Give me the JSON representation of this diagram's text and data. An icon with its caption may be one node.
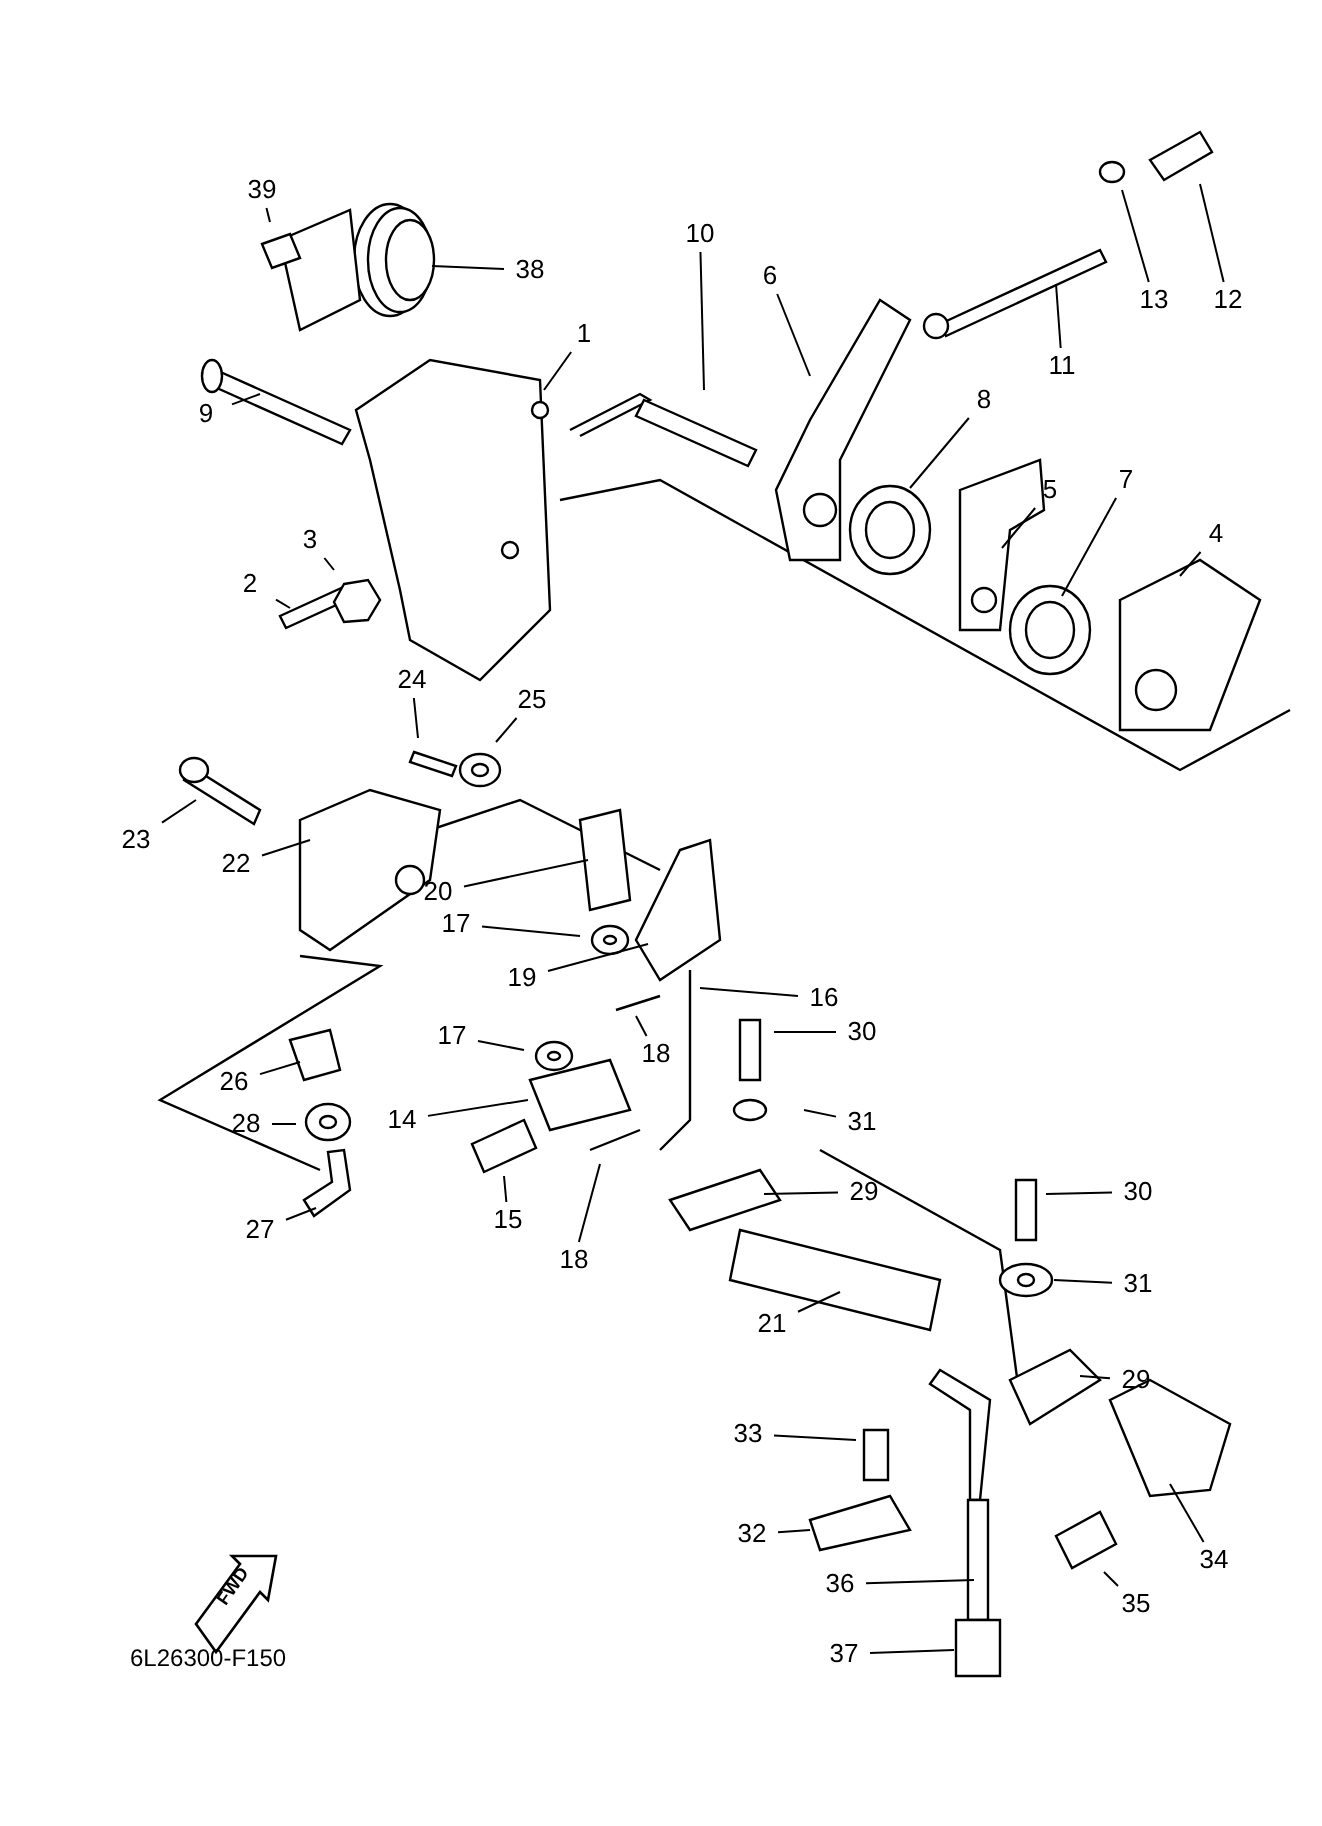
{
  "diagram": {
    "nodes": [
      {
        "text": [
          "39"
        ]
      },
      {
        "text": [
          "38"
        ]
      },
      {
        "text": [
          "10"
        ]
      },
      {
        "text": [
          "6"
        ]
      },
      {
        "text": [
          "12"
        ]
      },
      {
        "text": [
          "13"
        ]
      },
      {
        "text": [
          "11"
        ]
      },
      {
        "text": [
          "1"
        ]
      },
      {
        "text": [
          "9"
        ]
      },
      {
        "text": [
          "8"
        ]
      },
      {
        "text": [
          "5"
        ]
      },
      {
        "text": [
          "7"
        ]
      },
      {
        "text": [
          "4"
        ]
      },
      {
        "text": [
          "3"
        ]
      },
      {
        "text": [
          "2"
        ]
      },
      {
        "text": [
          "24"
        ]
      },
      {
        "text": [
          "25"
        ]
      },
      {
        "text": [
          "23"
        ]
      },
      {
        "text": [
          "22"
        ]
      },
      {
        "text": [
          "20"
        ]
      },
      {
        "text": [
          "17"
        ]
      },
      {
        "text": [
          "19"
        ]
      },
      {
        "text": [
          "16"
        ]
      },
      {
        "text": [
          "18"
        ]
      },
      {
        "text": [
          "30"
        ]
      },
      {
        "text": [
          "26"
        ]
      },
      {
        "text": [
          "17"
        ]
      },
      {
        "text": [
          "31"
        ]
      },
      {
        "text": [
          "14"
        ]
      },
      {
        "text": [
          "28"
        ]
      },
      {
        "text": [
          "29"
        ]
      },
      {
        "text": [
          "15"
        ]
      },
      {
        "text": [
          "18"
        ]
      },
      {
        "text": [
          "27"
        ]
      },
      {
        "text": [
          "30"
        ]
      },
      {
        "text": [
          "31"
        ]
      },
      {
        "text": [
          "21"
        ]
      },
      {
        "text": [
          "29"
        ]
      },
      {
        "text": [
          "33"
        ]
      },
      {
        "text": [
          "32"
        ]
      },
      {
        "text": [
          "34"
        ]
      },
      {
        "text": [
          "36"
        ]
      },
      {
        "text": [
          "35"
        ]
      },
      {
        "text": [
          "37"
        ]
      }
    ],
    "edges": [
      {
        "from": 0,
        "to": null,
        "arrow": "none"
      },
      {
        "from": 1,
        "to": null,
        "arrow": "none"
      },
      {
        "from": 2,
        "to": null,
        "arrow": "none"
      },
      {
        "from": 3,
        "to": null,
        "arrow": "none"
      },
      {
        "from": 4,
        "to": null,
        "arrow": "none"
      },
      {
        "from": 5,
        "to": null,
        "arrow": "none"
      },
      {
        "from": 6,
        "to": null,
        "arrow": "none"
      },
      {
        "from": 7,
        "to": null,
        "arrow": "none"
      },
      {
        "from": 8,
        "to": null,
        "arrow": "none"
      },
      {
        "from": 9,
        "to": null,
        "arrow": "none"
      },
      {
        "from": 10,
        "to": null,
        "arrow": "none"
      },
      {
        "from": 11,
        "to": null,
        "arrow": "none"
      },
      {
        "from": 12,
        "to": null,
        "arrow": "none"
      },
      {
        "from": 13,
        "to": null,
        "arrow": "none"
      },
      {
        "from": 14,
        "to": null,
        "arrow": "none"
      },
      {
        "from": 15,
        "to": null,
        "arrow": "none"
      },
      {
        "from": 16,
        "to": null,
        "arrow": "none"
      },
      {
        "from": 17,
        "to": null,
        "arrow": "none"
      },
      {
        "from": 18,
        "to": null,
        "arrow": "none"
      },
      {
        "from": 19,
        "to": null,
        "arrow": "none"
      },
      {
        "from": 20,
        "to": null,
        "arrow": "none"
      },
      {
        "from": 21,
        "to": null,
        "arrow": "none"
      },
      {
        "from": 22,
        "to": null,
        "arrow": "none"
      },
      {
        "from": 23,
        "to": null,
        "arrow": "none"
      },
      {
        "from": 24,
        "to": null,
        "arrow": "none"
      },
      {
        "from": 25,
        "to": null,
        "arrow": "none"
      },
      {
        "from": 26,
        "to": null,
        "arrow": "none"
      },
      {
        "from": 27,
        "to": null,
        "arrow": "none"
      },
      {
        "from": 28,
        "to": null,
        "arrow": "none"
      },
      {
        "from": 29,
        "to": null,
        "arrow": "none"
      },
      {
        "from": 30,
        "to": null,
        "arrow": "none"
      },
      {
        "from": 31,
        "to": null,
        "arrow": "none"
      },
      {
        "from": 32,
        "to": null,
        "arrow": "none"
      },
      {
        "from": 33,
        "to": null,
        "arrow": "none"
      },
      {
        "from": 34,
        "to": null,
        "arrow": "none"
      },
      {
        "from": 35,
        "to": null,
        "arrow": "none"
      },
      {
        "from": 36,
        "to": null,
        "arrow": "none"
      },
      {
        "from": 37,
        "to": null,
        "arrow": "none"
      },
      {
        "from": 38,
        "to": null,
        "arrow": "none"
      },
      {
        "from": 39,
        "to": null,
        "arrow": "none"
      },
      {
        "from": 40,
        "to": null,
        "arrow": "none"
      },
      {
        "from": 41,
        "to": null,
        "arrow": "none"
      },
      {
        "from": 42,
        "to": null,
        "arrow": "none"
      },
      {
        "from": 43,
        "to": null,
        "arrow": "none"
      }
    ],
    "labels": [
      "FWD",
      "6L26300-F150"
    ]
  }
}
